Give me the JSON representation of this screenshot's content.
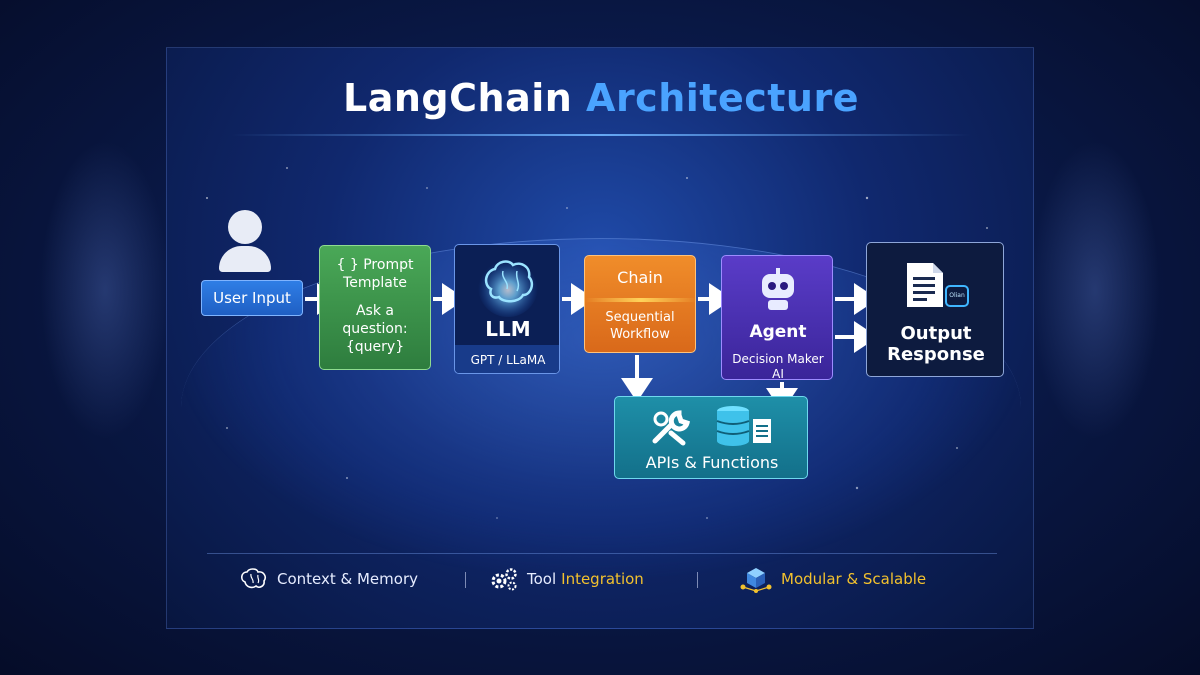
{
  "title": {
    "main": "LangChain",
    "accent": "Architecture"
  },
  "nodes": {
    "user_input": "User Input",
    "prompt": {
      "title": "Prompt Template",
      "line1": "Ask a",
      "line2": "question:",
      "line3": "{query}"
    },
    "llm": {
      "title": "LLM",
      "subtitle": "GPT / LLaMA"
    },
    "chain": {
      "title": "Chain",
      "line1": "Sequential",
      "line2": "Workflow"
    },
    "agent": {
      "title": "Agent",
      "line1": "Decision Maker",
      "line2": "AI"
    },
    "output": {
      "line1": "Output",
      "line2": "Response",
      "badge": "Olian"
    },
    "apis": {
      "title": "APIs & Functions"
    }
  },
  "footer": {
    "item1": "Context & Memory",
    "item2_a": "Tool",
    "item2_b": "Integration",
    "item3": "Modular & Scalable"
  },
  "icons": [
    "user-icon",
    "brain-icon",
    "robot-icon",
    "document-icon",
    "wrench-icon",
    "database-icon",
    "gears-icon",
    "cubes-icon"
  ],
  "colors": {
    "accent": "#4aa3ff",
    "highlight": "#f2c12e",
    "prompt": "#3f9a4d",
    "chain": "#e67a22",
    "agent": "#4a31b0",
    "apis": "#17809a"
  }
}
